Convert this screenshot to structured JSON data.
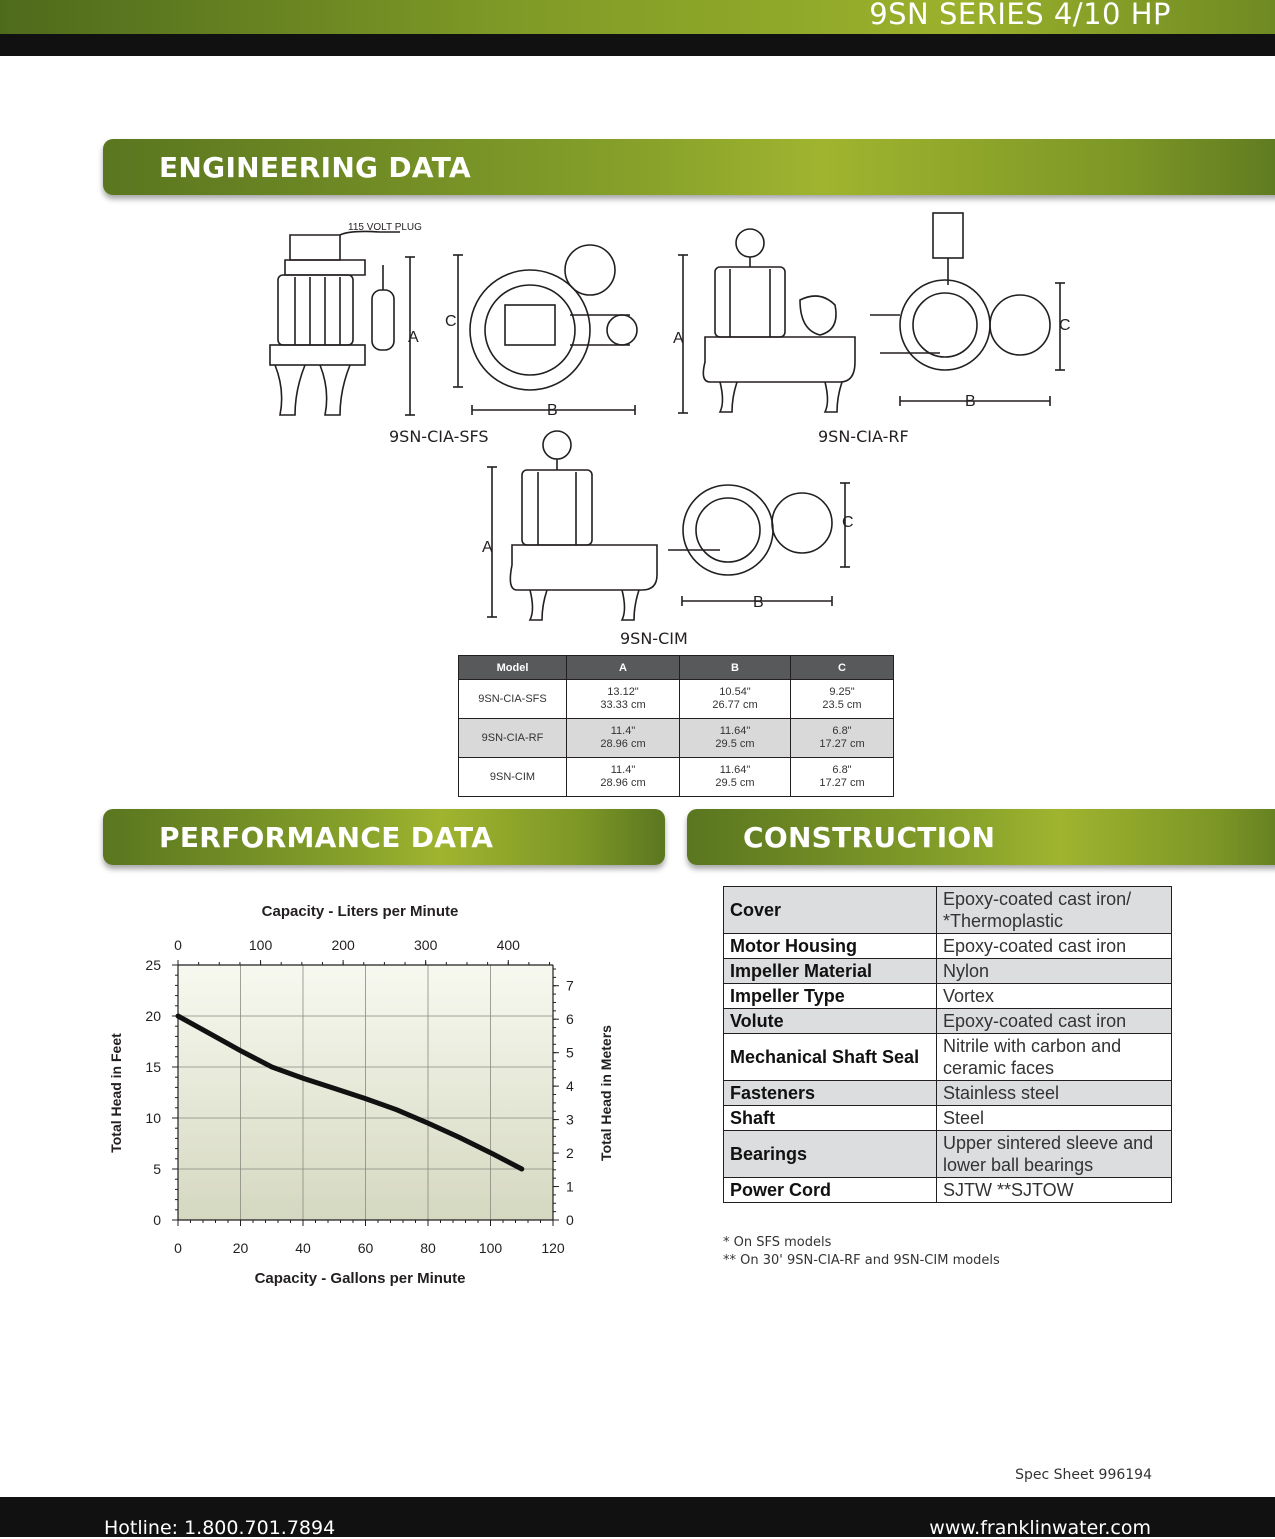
{
  "header": {
    "title": "9SN SERIES  4/10 HP"
  },
  "sections": {
    "engineering": "ENGINEERING DATA",
    "performance": "PERFORMANCE DATA",
    "construction": "CONSTRUCTION"
  },
  "drawings": {
    "plug_label": "115 VOLT PLUG",
    "dim_a": "A",
    "dim_b": "B",
    "dim_c": "C",
    "models": [
      "9SN-CIA-SFS",
      "9SN-CIA-RF",
      "9SN-CIM"
    ]
  },
  "dimensions_table": {
    "headers": [
      "Model",
      "A",
      "B",
      "C"
    ],
    "rows": [
      {
        "model": "9SN-CIA-SFS",
        "a_in": "13.12\"",
        "a_cm": "33.33 cm",
        "b_in": "10.54\"",
        "b_cm": "26.77 cm",
        "c_in": "9.25\"",
        "c_cm": "23.5 cm"
      },
      {
        "model": "9SN-CIA-RF",
        "a_in": "11.4\"",
        "a_cm": "28.96 cm",
        "b_in": "11.64\"",
        "b_cm": "29.5 cm",
        "c_in": "6.8\"",
        "c_cm": "17.27 cm"
      },
      {
        "model": "9SN-CIM",
        "a_in": "11.4\"",
        "a_cm": "28.96 cm",
        "b_in": "11.64\"",
        "b_cm": "29.5 cm",
        "c_in": "6.8\"",
        "c_cm": "17.27 cm"
      }
    ]
  },
  "chart_data": {
    "type": "line",
    "title": "Capacity - Liters per Minute",
    "xlabel": "Capacity - Gallons per Minute",
    "ylabel": "Total Head in Feet",
    "y2label": "Total Head in Meters",
    "x": [
      0,
      10,
      20,
      30,
      40,
      50,
      60,
      70,
      80,
      90,
      100,
      110
    ],
    "series": [
      {
        "values": [
          20,
          18.3,
          16.6,
          15,
          13.9,
          12.9,
          11.9,
          10.8,
          9.5,
          8.1,
          6.6,
          5.0
        ]
      }
    ],
    "xlim": [
      0,
      120
    ],
    "ylim": [
      0,
      25
    ],
    "x_ticks": [
      0,
      20,
      40,
      60,
      80,
      100,
      120
    ],
    "y_ticks": [
      0,
      5,
      10,
      15,
      20,
      25
    ],
    "top_ticks": [
      0,
      100,
      200,
      300,
      400
    ],
    "right_ticks": [
      0,
      1,
      2,
      3,
      4,
      5,
      6,
      7
    ],
    "grid": true,
    "line_color": "#111111"
  },
  "construction": {
    "rows": [
      {
        "key": "Cover",
        "value": "Epoxy-coated cast iron/ *Thermoplastic"
      },
      {
        "key": "Motor Housing",
        "value": "Epoxy-coated cast iron"
      },
      {
        "key": "Impeller Material",
        "value": "Nylon"
      },
      {
        "key": "Impeller Type",
        "value": "Vortex"
      },
      {
        "key": "Volute",
        "value": "Epoxy-coated cast iron"
      },
      {
        "key": "Mechanical Shaft Seal",
        "value": "Nitrile with carbon and ceramic faces"
      },
      {
        "key": "Fasteners",
        "value": "Stainless steel"
      },
      {
        "key": "Shaft",
        "value": "Steel"
      },
      {
        "key": "Bearings",
        "value": "Upper sintered sleeve and lower ball bearings"
      },
      {
        "key": "Power Cord",
        "value": "SJTW **SJTOW"
      }
    ],
    "footnotes": [
      "* On SFS models",
      "** On 30' 9SN-CIA-RF and 9SN-CIM models"
    ]
  },
  "footer": {
    "spec_sheet": "Spec Sheet 996194",
    "hotline": "Hotline: 1.800.701.7894",
    "website": "www.franklinwater.com"
  },
  "colors": {
    "banner_green": "#87a12a",
    "table_header": "#58595b",
    "shade": "#d9d9d9"
  }
}
